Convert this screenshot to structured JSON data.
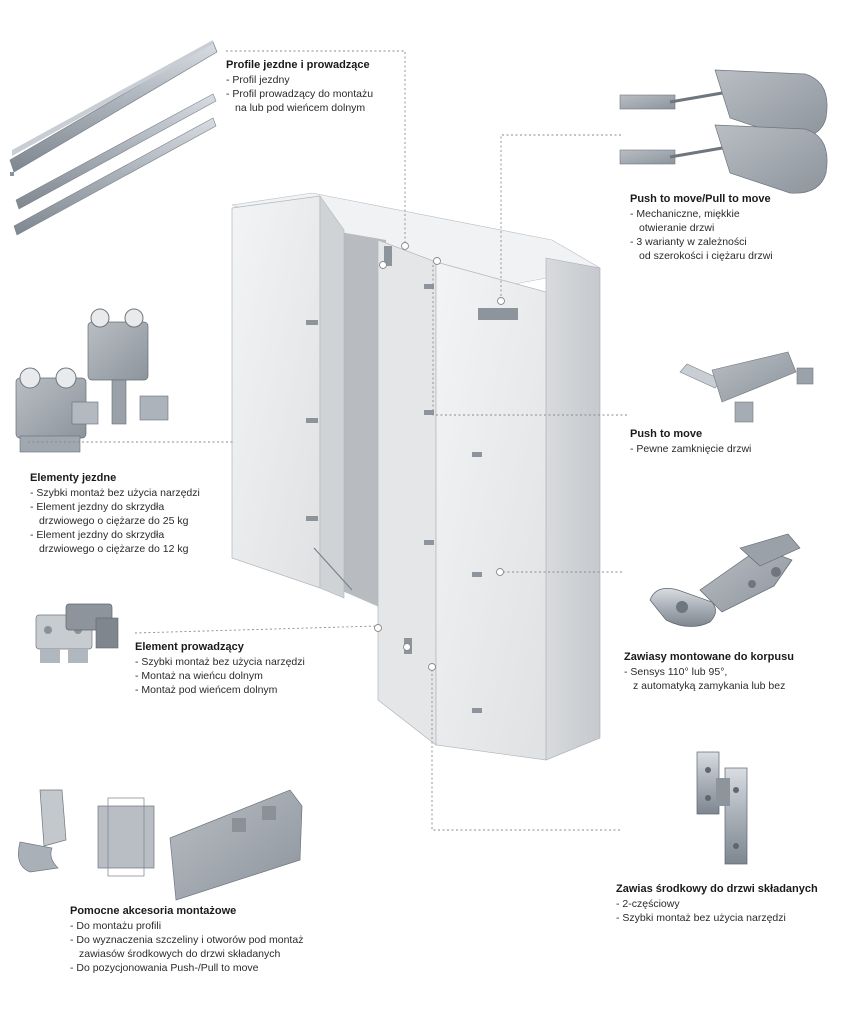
{
  "callouts": {
    "profiles": {
      "title": "Profile jezdne i prowadzące",
      "items": [
        "Profil jezdny",
        "Profil prowadzący do montażu\nna lub pod wieńcem dolnym"
      ]
    },
    "push_pull": {
      "title": "Push to move/Pull to move",
      "items": [
        "Mechaniczne, miękkie\notwieranie drzwi",
        "3 warianty w zależności\nod szerokości i ciężaru drzwi"
      ]
    },
    "push_move": {
      "title": "Push to move",
      "items": [
        "Pewne zamknięcie drzwi"
      ]
    },
    "running_elements": {
      "title": "Elementy jezdne",
      "items": [
        "Szybki montaż bez użycia narzędzi",
        "Element jezdny do skrzydła\ndrzwiowego o ciężarze do 25 kg",
        "Element jezdny do skrzydła\ndrzwiowego o ciężarze do 12 kg"
      ]
    },
    "guide_element": {
      "title": "Element prowadzący",
      "items": [
        "Szybki montaż bez użycia narzędzi",
        "Montaż na wieńcu dolnym",
        "Montaż pod wieńcem dolnym"
      ]
    },
    "hinges": {
      "title": "Zawiasy montowane do korpusu",
      "items": [
        "Sensys 110° lub 95°,\nz automatyką zamykania lub bez"
      ]
    },
    "center_hinge": {
      "title": "Zawias środkowy do drzwi składanych",
      "items": [
        "2-częściowy",
        "Szybki montaż bez użycia narzędzi"
      ]
    },
    "accessories": {
      "title": "Pomocne akcesoria montażowe",
      "items": [
        "Do montażu profili",
        "Do wyznaczenia szczeliny i otworów pod montaż\nzawiasów środkowych do drzwi składanych",
        "Do pozycjonowania Push-/Pull to move"
      ]
    }
  },
  "colors": {
    "cabinet_front": "#e9eaec",
    "cabinet_side": "#d2d4d7",
    "cabinet_top": "#f1f2f3",
    "metal": "#a9b0b8",
    "metal_dark": "#6f7780",
    "leader": "#8a8a8a"
  }
}
